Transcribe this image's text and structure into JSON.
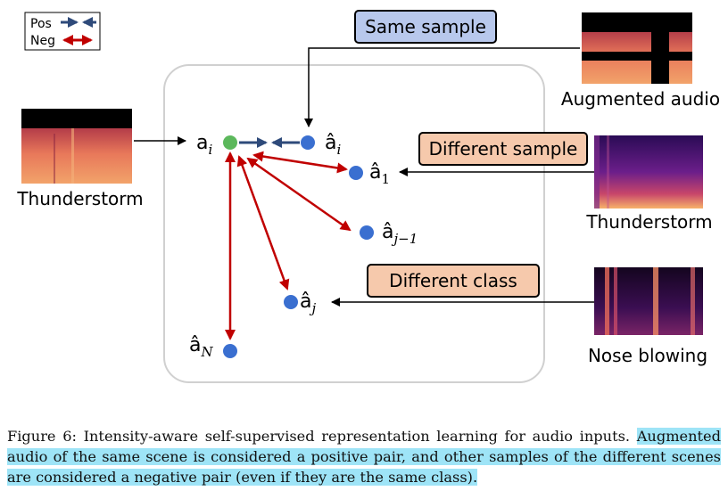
{
  "legend": {
    "pos_label": "Pos",
    "neg_label": "Neg"
  },
  "labels": {
    "same_sample": "Same sample",
    "different_sample": "Different sample",
    "different_class": "Different class"
  },
  "spectrogram_captions": {
    "augmented": "Augmented audio",
    "thunderstorm_left": "Thunderstorm",
    "thunderstorm_right": "Thunderstorm",
    "nose_blowing": "Nose blowing"
  },
  "points": {
    "anchor": {
      "base": "a",
      "sub": "i"
    },
    "positive": {
      "base": "â",
      "sub": "i"
    },
    "neg1": {
      "base": "â",
      "sub": "1"
    },
    "negj1": {
      "base": "â",
      "sub": "j−1"
    },
    "negj": {
      "base": "â",
      "sub": "j"
    },
    "negN": {
      "base": "â",
      "sub": "N"
    }
  },
  "caption": {
    "prefix": "Figure 6:   Intensity-aware self-supervised representation learning for audio inputs. ",
    "highlight": "Augmented audio of the same scene is considered a positive pair, and other samples of the different scenes are considered a negative pair (even if they are the same class)."
  },
  "colors": {
    "pos": "#2e4a7a",
    "neg": "#c00000",
    "anchor": "#5cb85c",
    "point": "#3a6fd0",
    "same_box": "#b8c8ec",
    "diff_box": "#f6c9ac"
  }
}
